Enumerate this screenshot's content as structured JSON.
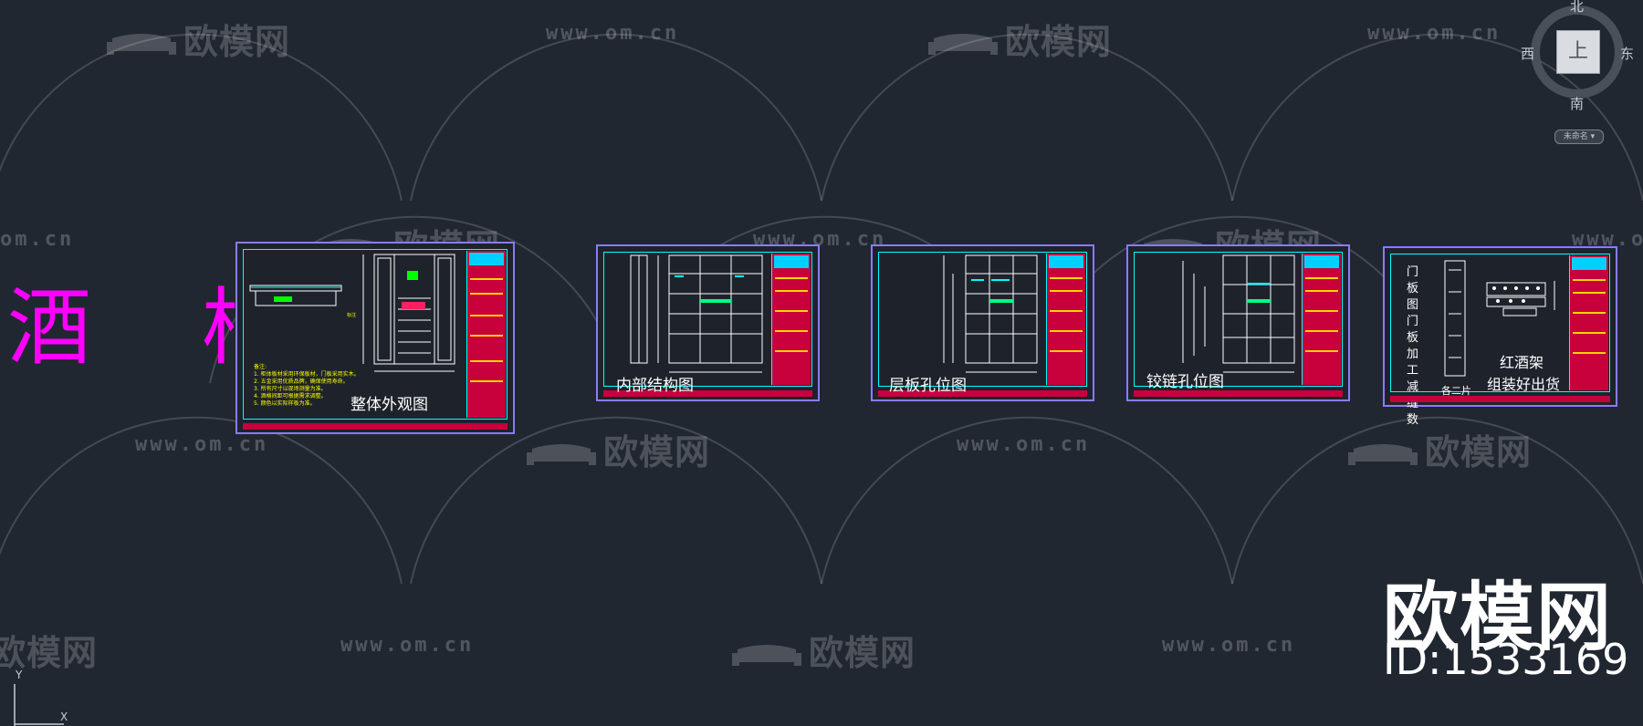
{
  "title": "酒 柜",
  "watermark": {
    "logo_text": "欧模网",
    "url_text": "www.om.cn",
    "url_fragment": "om.cn",
    "logo_fragment": "欧模网"
  },
  "sheets": [
    {
      "caption": "整体外观图",
      "notes": [
        "备注:",
        "1. 柜体板材采用环保板材，门板采用实木。",
        "2. 五金采用优质品牌，确保使用寿命。",
        "3. 所有尺寸以现场测量为准。",
        "4. 酒格间距可根据需求调整。",
        "5. 颜色以实际样板为准。"
      ]
    },
    {
      "caption": "内部结构图"
    },
    {
      "caption": "层板孔位图"
    },
    {
      "caption": "铰链孔位图"
    },
    {
      "caption_line1": "红酒架",
      "caption_line2": "组装好出货",
      "side_text": "门板图门板加工减缝数",
      "count_text": "各二片"
    }
  ],
  "viewcube": {
    "north": "北",
    "south": "南",
    "east": "东",
    "west": "西",
    "face": "上",
    "menu": "未命名"
  },
  "brand": {
    "name": "欧模网",
    "id": "ID:1533169"
  },
  "ucs": {
    "y": "Y",
    "x": "X"
  },
  "colors": {
    "background": "#212731",
    "title": "#ff00ff",
    "sheet_border": "#8a7bff",
    "frame": "#00ffff",
    "title_block": "#c8003c"
  }
}
